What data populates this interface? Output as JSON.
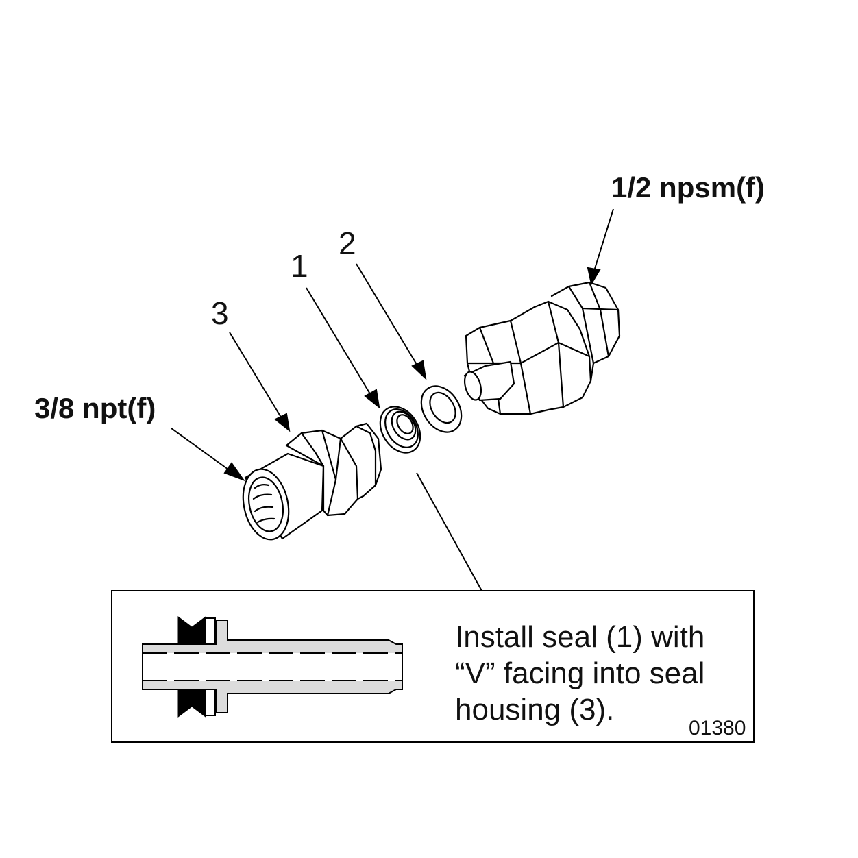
{
  "callouts": {
    "inlet_thread": "3/8 npt(f)",
    "outlet_thread": "1/2 npsm(f)",
    "part_3": "3",
    "part_1": "1",
    "part_2": "2"
  },
  "inset": {
    "instruction_lines": [
      "Install seal (1) with",
      "“V” facing into seal",
      "housing (3)."
    ],
    "figure_id": "01380"
  }
}
